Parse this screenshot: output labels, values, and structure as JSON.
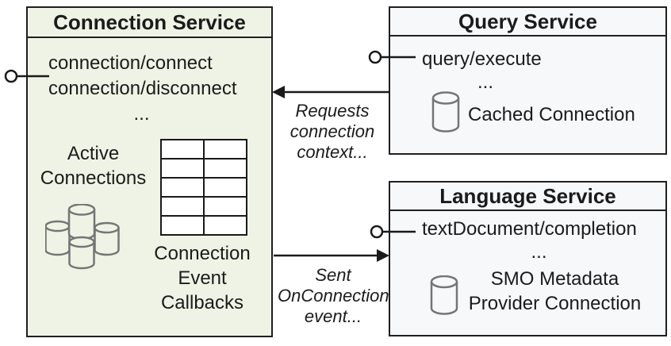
{
  "colors": {
    "connection_box_bg": "#eff3e6",
    "service_box_bg": "#f7f8f9",
    "border": "#1f1f1f",
    "line": "#1a1a1a",
    "icon_gray": "#757575",
    "text": "#1b1b1b"
  },
  "connection_service": {
    "title": "Connection Service",
    "method_1": "connection/connect",
    "method_2": "connection/disconnect",
    "dots": "...",
    "active_label_line1": "Active",
    "active_label_line2": "Connections",
    "callbacks_line1": "Connection",
    "callbacks_line2": "Event",
    "callbacks_line3": "Callbacks",
    "table": {
      "rows": 5,
      "cols": 2
    }
  },
  "query_service": {
    "title": "Query Service",
    "method_1": "query/execute",
    "dots": "...",
    "cache_label": "Cached Connection"
  },
  "language_service": {
    "title": "Language Service",
    "method_1": "textDocument/completion",
    "dots": "...",
    "smo_line1": "SMO Metadata",
    "smo_line2": "Provider Connection"
  },
  "edges": {
    "requests_line1": "Requests",
    "requests_line2": "connection",
    "requests_line3": "context...",
    "sent_line1": "Sent",
    "sent_line2": "OnConnection",
    "sent_line3": "event..."
  }
}
